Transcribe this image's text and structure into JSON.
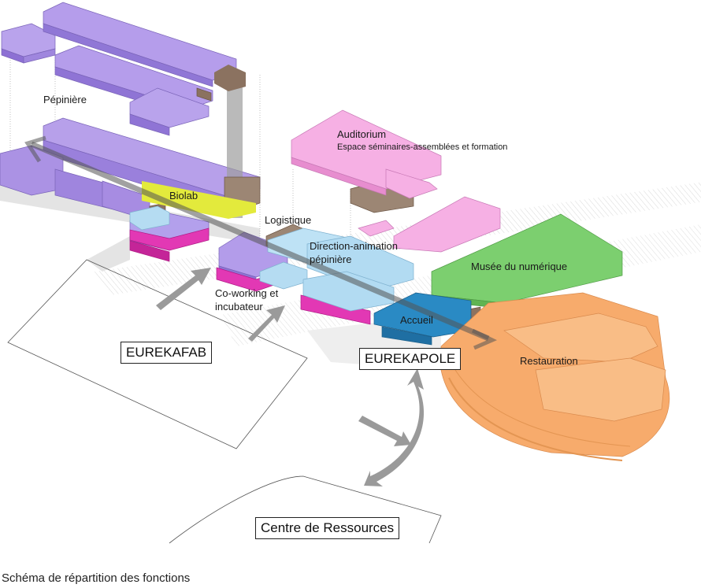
{
  "labels": {
    "pepiniere": "Pépinière",
    "auditorium": "Auditorium",
    "auditorium_sub": "Espace séminaires-assemblées et formation",
    "biolab": "Biolab",
    "logistique": "Logistique",
    "direction_1": "Direction-animation",
    "direction_2": "pépinière",
    "musee": "Musée du numérique",
    "coworking_1": "Co-working et",
    "coworking_2": "incubateur",
    "accueil": "Accueil",
    "restauration": "Restauration"
  },
  "zones": {
    "eurekafab": "EUREKAFAB",
    "eurekapole": "EUREKAPOLE",
    "centre": "Centre de Ressources"
  },
  "caption": "Schéma de répartition des fonctions",
  "colors": {
    "pepiniere": "#a98de0",
    "auditorium": "#f3a6de",
    "biolab": "#e3ea3c",
    "logistique": "#a08a78",
    "direction": "#b5dcf2",
    "coworking": "#e238b4",
    "musee": "#7ccf6f",
    "accueil": "#2a8ac4",
    "restauration": "#f7ab6c"
  }
}
